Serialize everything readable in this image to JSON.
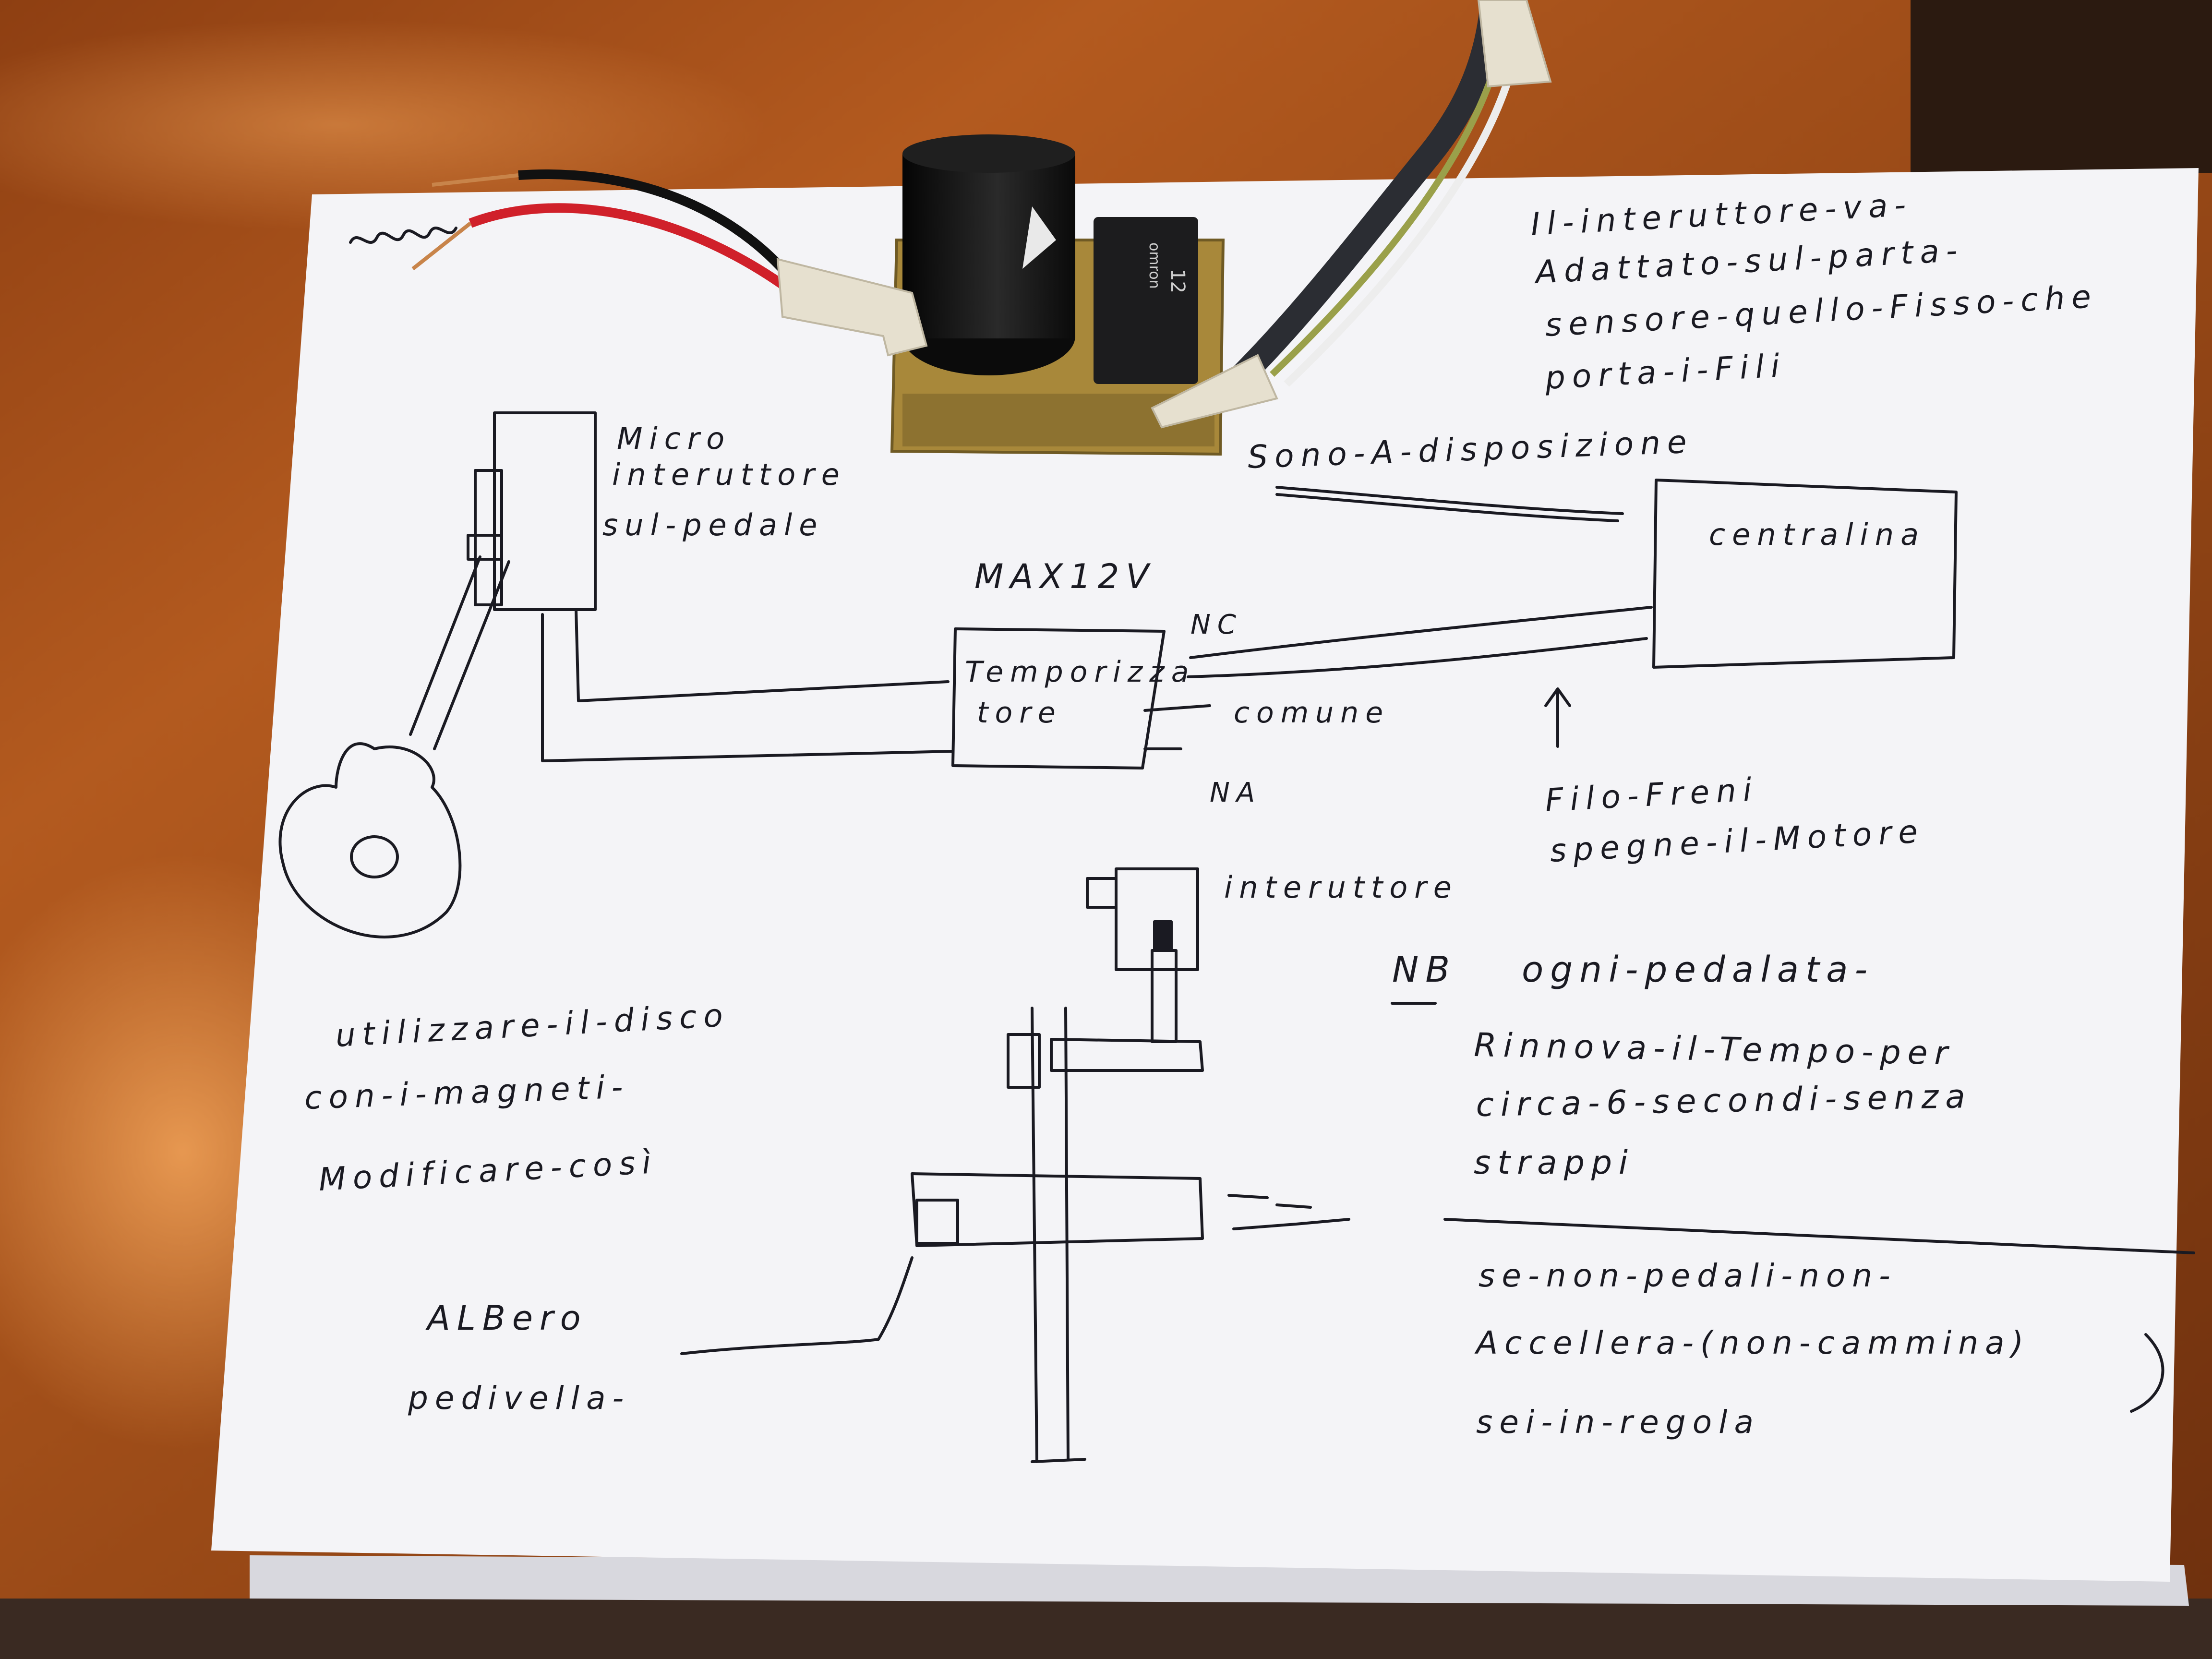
{
  "scene": {
    "colors": {
      "table": "#9a4a17",
      "table_light": "#d9823a",
      "paper": "#f4f4f7",
      "ink": "#1a1a22",
      "pcb": "#a8883a",
      "capacitor": "#141414",
      "relay": "#1c1c1e",
      "wire_red": "#d0202a",
      "wire_black": "#111111",
      "tape": "#e6e0cf",
      "sleeve": "#2b2d33"
    },
    "relay_label": {
      "brand": "omron",
      "value": "12"
    }
  },
  "notes": {
    "top_right": [
      "Il-interuttore-va-",
      "Adattato-sul-parta-",
      "sensore-quello-Fisso-che",
      "porta-i-Fili"
    ],
    "sono_a_disposizione": "Sono-A-disposizione",
    "micro": [
      "Micro",
      "interuttore",
      "sul-pedale"
    ],
    "max": "MAX12V",
    "temporizzatore": [
      "Temporizza",
      "tore"
    ],
    "nc": "NC",
    "comune": "comune",
    "na": "NA",
    "centralina": "centralina",
    "filo_freni": [
      "Filo-Freni",
      "spegne-il-Motore"
    ],
    "interuttore": "interuttore",
    "nb": "NB",
    "nb_text": "ogni-pedalata-",
    "rinnova": [
      "Rinnova-il-Tempo-per",
      "circa-6-secondi-senza",
      "strappi"
    ],
    "se_non": [
      "se-non-pedali-non-",
      "Accellera-(non-cammina)",
      "sei-in-regola"
    ],
    "utilizzare": [
      "utilizzare-il-disco",
      "con-i-magneti-",
      "Modificare-così"
    ],
    "albero": [
      "ALBero",
      "pedivella-"
    ]
  }
}
